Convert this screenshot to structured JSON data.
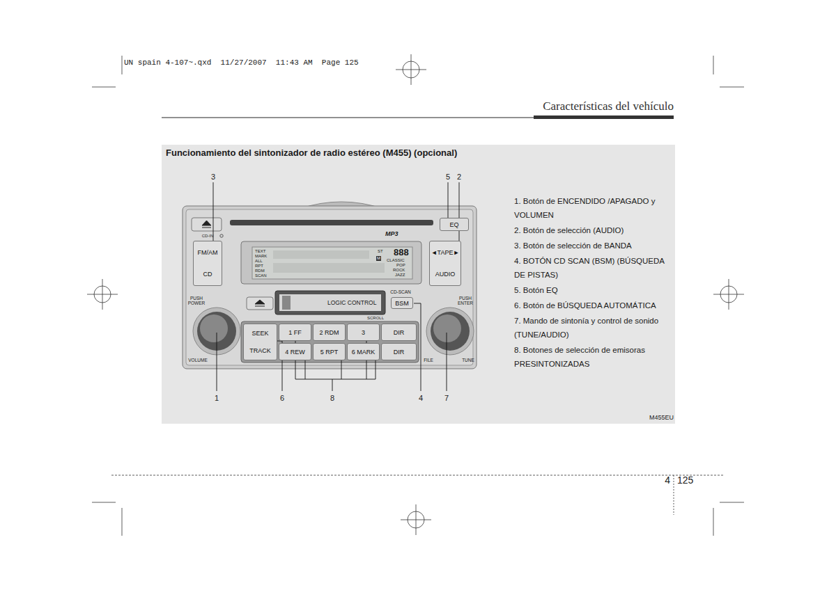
{
  "diagram": {
    "title": "Funcionamiento del sintonizador de radio estéreo (M455) (opcional)",
    "nodes": [
      {
        "text": [
          "Funcionamiento del sintonizador de radio estéreo (M455) (opcional)"
        ]
      },
      {
        "text": [
          "EQ"
        ],
        "in": 0
      },
      {
        "text": [
          "FM/AM",
          "CD"
        ],
        "in": 0
      },
      {
        "text": [
          "◄TAPE►",
          "AUDIO"
        ],
        "in": 0
      },
      {
        "text": [
          "BSM"
        ],
        "in": 0
      },
      {
        "text": [
          "SEEK",
          "TRACK"
        ],
        "in": 0
      },
      {
        "text": [
          "1 FF"
        ],
        "in": 0
      },
      {
        "text": [
          "2 RDM"
        ],
        "in": 0
      },
      {
        "text": [
          "3"
        ],
        "in": 0
      },
      {
        "text": [
          "DIR"
        ],
        "in": 0
      },
      {
        "text": [
          "4 REW"
        ],
        "in": 0
      },
      {
        "text": [
          "5 RPT"
        ],
        "in": 0
      },
      {
        "text": [
          "6 MARK"
        ],
        "in": 0
      },
      {
        "text": [
          "DIR"
        ],
        "in": 0
      }
    ],
    "labels": [
      "UN spain 4-107~.qxd  11/27/2007  11:43 AM  Page 125",
      "Características del vehículo",
      "CD-IN",
      "TEXT",
      "MARK",
      "ALL",
      "RPT",
      "RDM",
      "SCAN",
      "ST",
      "888",
      "M",
      "CLASSIC",
      "POP",
      "ROCK",
      "JAZZ",
      "MP3",
      "LOGIC CONTROL",
      "CD-SCAN",
      "SCROLL",
      "PUSH POWER",
      "VOLUME",
      "PUSH ENTER",
      "FILE",
      "TUNE",
      "3",
      "5",
      "2",
      "1",
      "6",
      "8",
      "4",
      "7",
      "1. Botón de ENCENDIDO /APAGADO y VOLUMEN",
      "2. Botón de selección (AUDIO)",
      "3. Botón de selección de BANDA",
      "4. BOTÓN CD SCAN (BSM) (BÚSQUEDA DE PISTAS)",
      "5. Botón EQ",
      "6. Botón de BÚSQUEDA AUTOMÁTICA",
      "7. Mando de sintonía y control de sonido (TUNE/AUDIO)",
      "8. Botones de selección de emisoras PRESINTONIZADAS",
      "M455EU",
      "4",
      "125"
    ]
  }
}
